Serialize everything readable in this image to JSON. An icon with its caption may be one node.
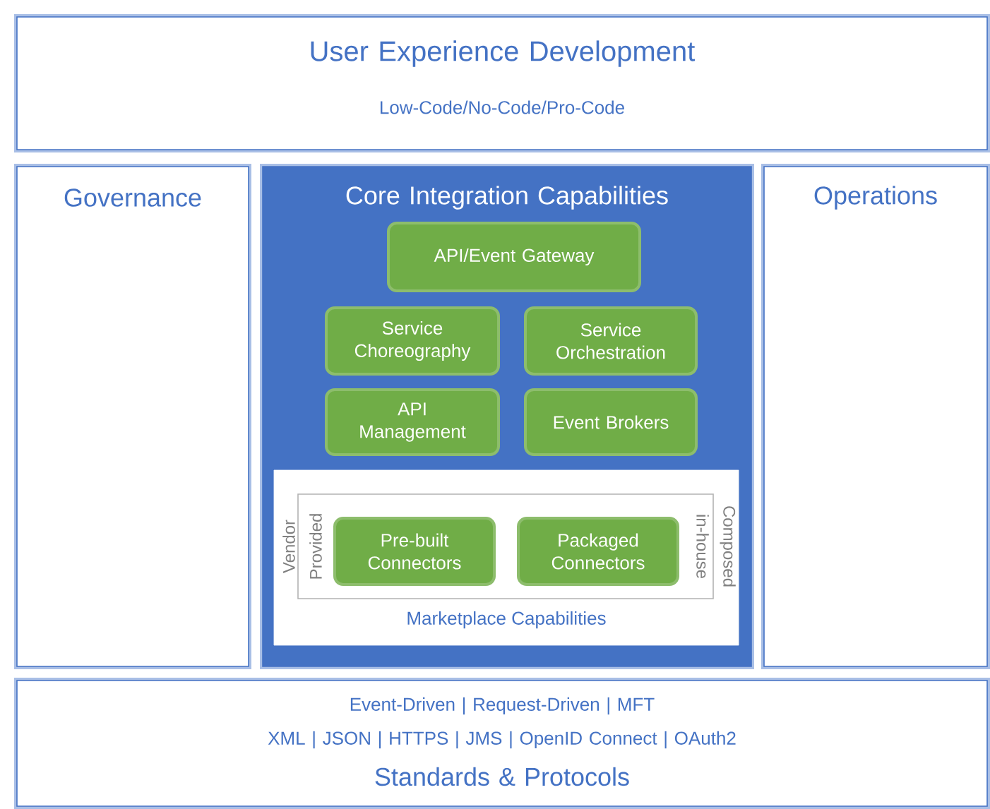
{
  "diagram": {
    "nodes": [
      {
        "text": [
          "User Experience Development",
          "Low-Code/No-Code/Pro-Code"
        ]
      },
      {
        "text": [
          "Governance"
        ]
      },
      {
        "text": [
          "Core Integration Capabilities"
        ]
      },
      {
        "text": [
          "Operations"
        ]
      },
      {
        "text": [
          "Event-Driven | Request-Driven | MFT",
          "XML | JSON | HTTPS | JMS | OpenID Connect | OAuth2",
          "Standards & Protocols"
        ]
      },
      {
        "text": [
          "API/Event Gateway"
        ],
        "in": 2
      },
      {
        "text": [
          "Service Choreography"
        ],
        "in": 2
      },
      {
        "text": [
          "Service Orchestration"
        ],
        "in": 2
      },
      {
        "text": [
          "API Management"
        ],
        "in": 2
      },
      {
        "text": [
          "Event Brokers"
        ],
        "in": 2
      },
      {
        "text": [
          "Marketplace Capabilities"
        ],
        "in": 2
      },
      {
        "text": [],
        "shape": "box",
        "in": 10,
        "beside": [
          "Vendor Provided",
          "Composed in-house"
        ]
      },
      {
        "text": [
          "Pre-built Connectors"
        ],
        "in": 11
      },
      {
        "text": [
          "Packaged Connectors"
        ],
        "in": 11
      }
    ],
    "edges": []
  }
}
